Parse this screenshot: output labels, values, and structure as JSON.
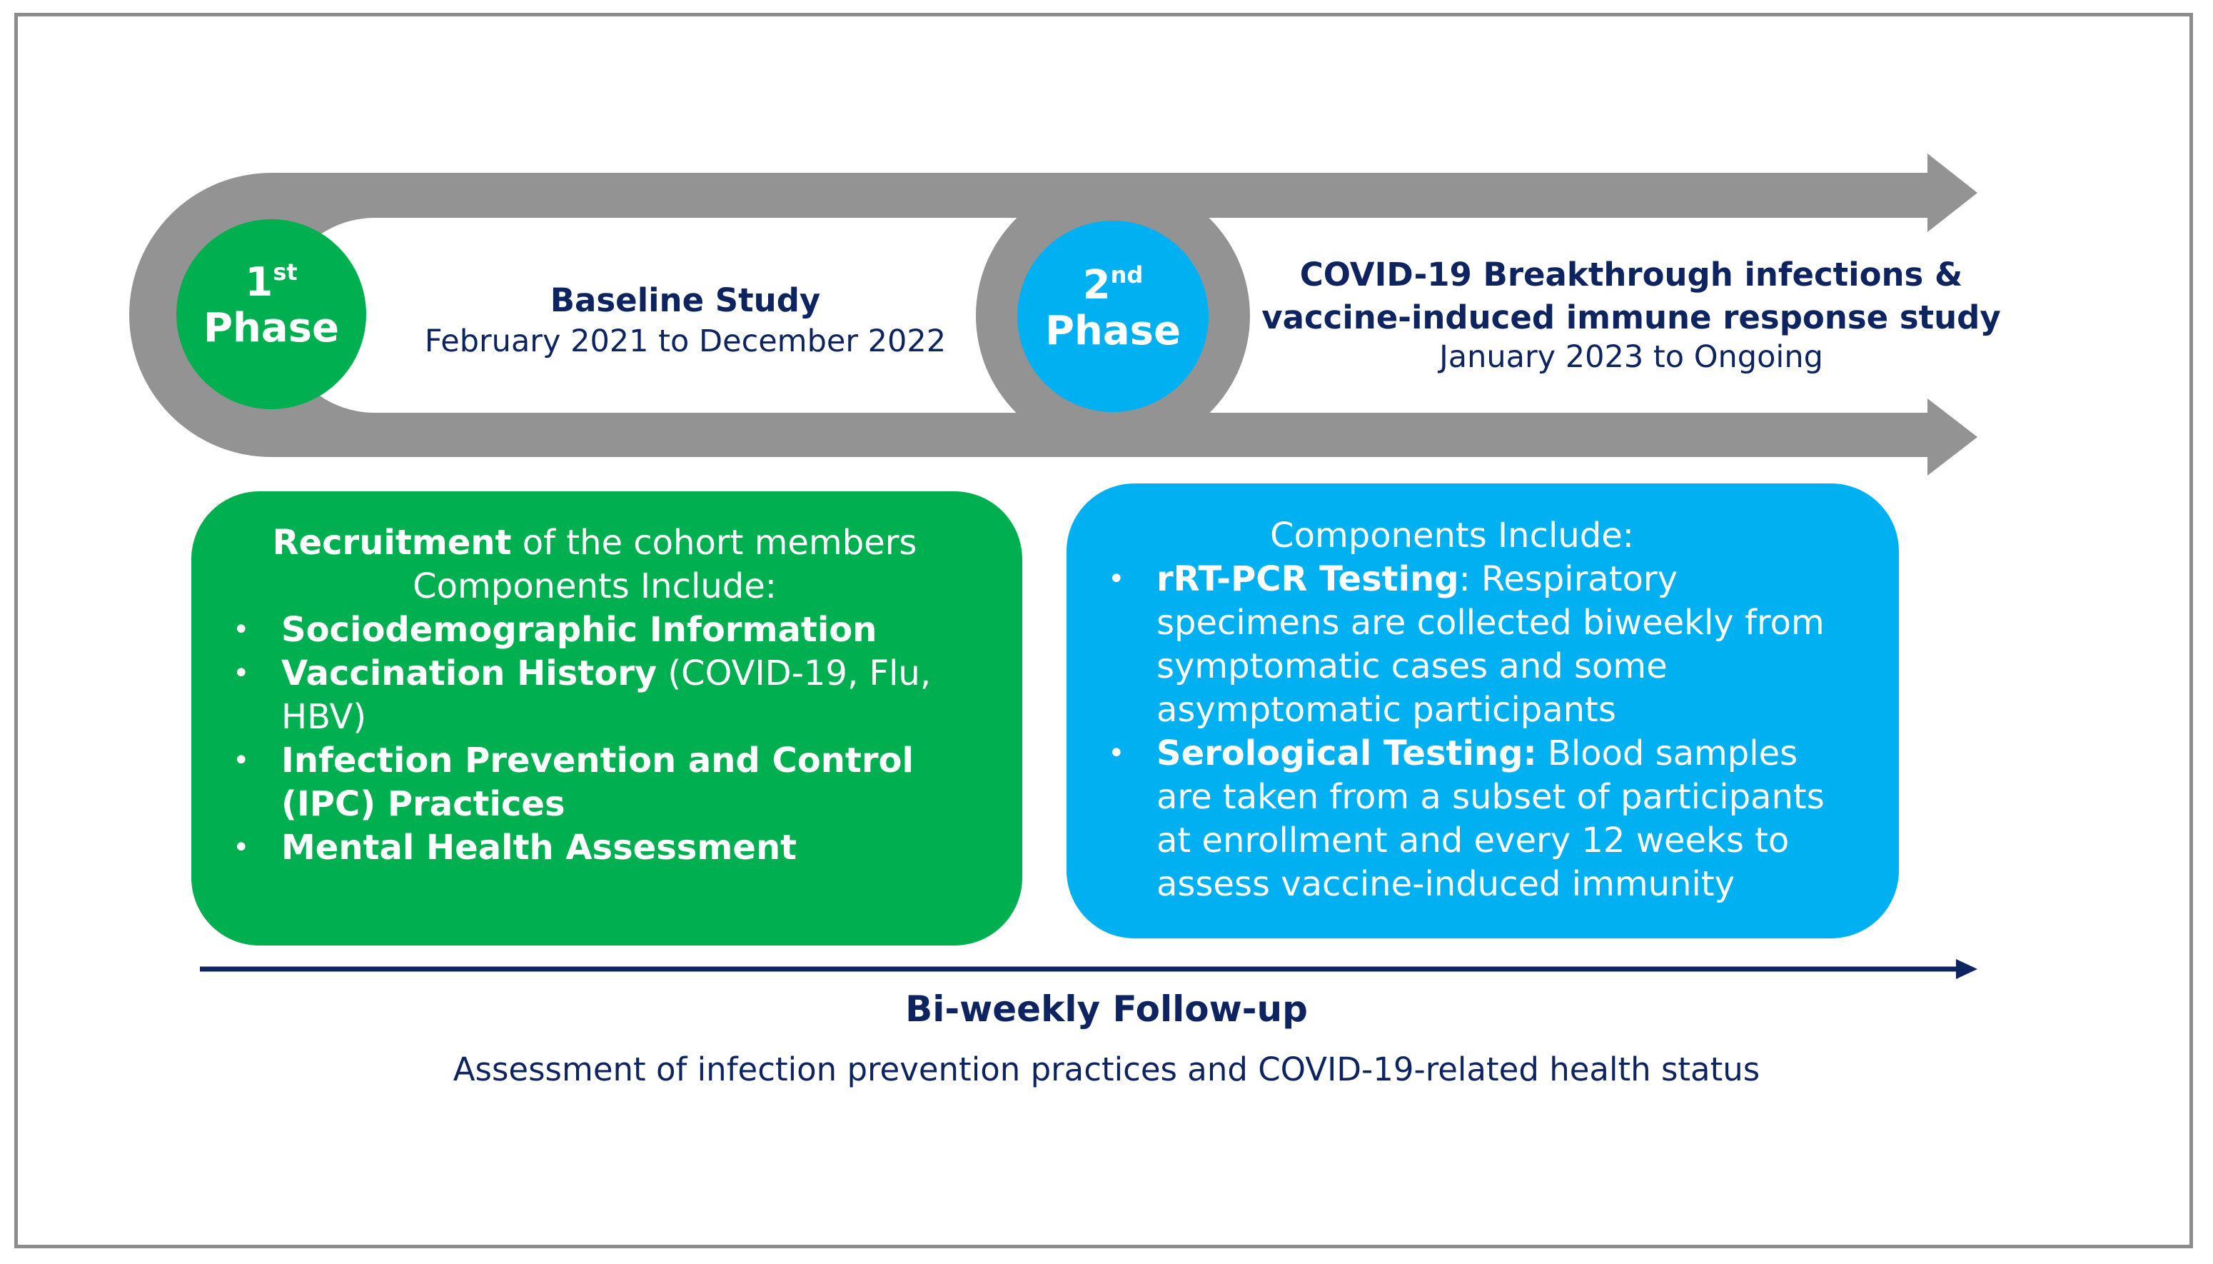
{
  "phase1": {
    "number": "1",
    "ordinal_suffix": "st",
    "word": "Phase",
    "title": "Baseline Study",
    "dates": "February 2021 to December 2022",
    "color": "#00b050"
  },
  "phase2": {
    "number": "2",
    "ordinal_suffix": "nd",
    "word": "Phase",
    "title_line1": "COVID-19 Breakthrough infections &",
    "title_line2": "vaccine-induced immune response study",
    "dates": "January 2023 to Ongoing",
    "color": "#00b0f0"
  },
  "arrow_color": "#939393",
  "phase1_box": {
    "head_bold": "Recruitment",
    "head_rest": " of the cohort members",
    "subhead": "Components Include:",
    "items": [
      {
        "bold": "Sociodemographic Information",
        "rest": ""
      },
      {
        "bold": "Vaccination History",
        "rest": " (COVID-19, Flu, HBV)"
      },
      {
        "bold": "Infection Prevention and Control (IPC) Practices",
        "rest": ""
      },
      {
        "bold": "Mental Health Assessment",
        "rest": ""
      }
    ]
  },
  "phase2_box": {
    "subhead": "Components Include:",
    "items": [
      {
        "bold": "rRT-PCR Testing",
        "rest": ": Respiratory specimens are collected biweekly from symptomatic cases and some asymptomatic participants"
      },
      {
        "bold": "Serological Testing:",
        "rest": " Blood samples are taken from a subset of participants at enrollment and every 12 weeks to assess vaccine-induced immunity"
      }
    ]
  },
  "bullet_glyph": "•",
  "followup": {
    "title": "Bi-weekly Follow-up",
    "description": "Assessment of infection prevention practices and COVID-19-related health status",
    "color": "#0d2461"
  }
}
